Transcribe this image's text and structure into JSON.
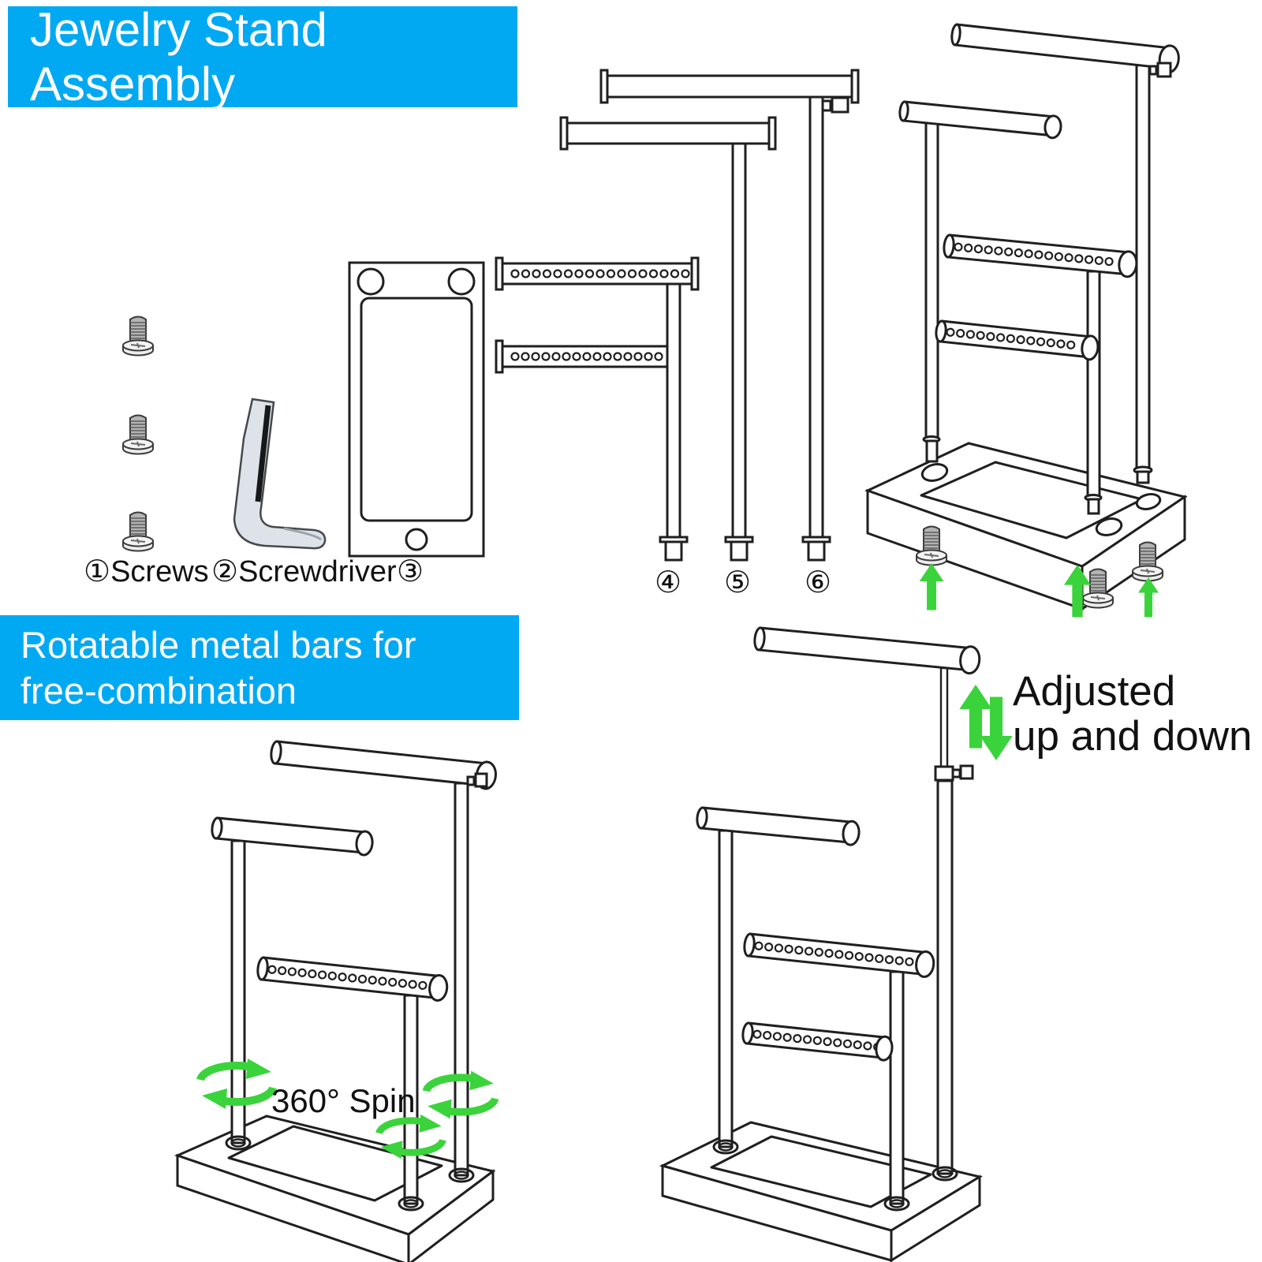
{
  "title_banner": {
    "text": "Jewelry Stand Assembly"
  },
  "feature_banner": {
    "line1": "Rotatable metal bars for",
    "line2": "free-combination"
  },
  "part_labels": [
    "①Screws",
    "②Screwdriver",
    "③",
    "④",
    "⑤",
    "⑥"
  ],
  "annotations": {
    "spin": "360° Spin",
    "adjust_line1": "Adjusted",
    "adjust_line2": "up and down"
  },
  "colors": {
    "banner_bg": "#00a9f2",
    "banner_text": "#ffffff",
    "accent_green": "#3bd33b",
    "line": "#1f1f1f"
  }
}
